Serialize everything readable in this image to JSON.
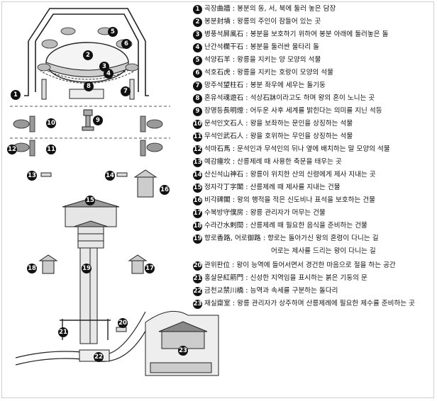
{
  "legend": [
    {
      "num": "1",
      "text": "곡장曲牆 : 봉분의 동, 서, 북에 둘러 놓은 담장"
    },
    {
      "num": "2",
      "text": "봉분封墳 : 왕릉의 주인이 잠들어 있는 곳"
    },
    {
      "num": "3",
      "text": "병풍석屛風石 : 봉분을 보호하기 위하여 봉분 아래에 둘러놓은 돌"
    },
    {
      "num": "4",
      "text": "난간석欄干石 : 봉분을 둘러싼 울타리 돌"
    },
    {
      "num": "5",
      "text": "석양石羊 : 왕릉을 지키는 양 모양의 석물"
    },
    {
      "num": "6",
      "text": "석호石虎 : 왕릉을 지키는 호랑이 모양의 석물"
    },
    {
      "num": "7",
      "text": "망주석望柱石 : 봉분 좌우에 세우는 돌기둥"
    },
    {
      "num": "8",
      "text": "혼유석魂遊石 : 석상石牀이라고도 하며 왕의 혼이 노니는 곳"
    },
    {
      "num": "9",
      "text": "장명등長明燈 : 어두운 사후 세계를 밝힌다는 의미를 지닌 석등"
    },
    {
      "num": "10",
      "text": "문석인文石人 : 왕을 보좌하는 문인을 상징하는 석물"
    },
    {
      "num": "11",
      "text": "무석인武石人 : 왕을 호위하는 무인을 상징하는 석물"
    },
    {
      "num": "12",
      "text": "석마石馬 : 문석인과 무석인의 뒤나 옆에 배치하는 말 모양의 석물"
    },
    {
      "num": "13",
      "text": "예감瘞坎 : 산릉제례 때 사용한 축문을 태우는 곳"
    },
    {
      "num": "14",
      "text": "산신석山神石 : 왕릉이 위치한 산의 신령에게 제사 지내는 곳"
    },
    {
      "num": "15",
      "text": "정자각丁字閣 : 산릉제례 때 제사를 지내는 건물"
    },
    {
      "num": "16",
      "text": "비각碑閣 : 왕의 행적을 적은 신도비나 표석을 보호하는 건물"
    },
    {
      "num": "17",
      "text": "수복방守僕房 : 왕릉 관리자가 머무는 건물"
    },
    {
      "num": "18",
      "text": "수라간水剌間 : 산릉제례 때 필요한 음식을 준비하는 건물"
    },
    {
      "num": "19",
      "text": "향로香路, 어로御路 : 향로는 돌아가신 왕의 혼령이 다니는 길"
    },
    {
      "num": "20",
      "text": "관위판位 : 왕이 능역에 들어서면서 경건한 마음으로 절을 하는 공간"
    },
    {
      "num": "21",
      "text": "홍살문紅箭門 : 신성한 지역임을 표시하는 붉은 기둥의 문"
    },
    {
      "num": "22",
      "text": "금천교禁川橋 : 능역과 속세를 구분하는 돌다리"
    },
    {
      "num": "23",
      "text": "재실齋室 : 왕릉 관리자가 상주하며 산릉제례에 필요한 제수를 준비하는 곳"
    }
  ],
  "legend_continuation": "어로는 제사를 드리는 왕이 다니는 길",
  "markers": [
    {
      "num": "1"
    },
    {
      "num": "2"
    },
    {
      "num": "3"
    },
    {
      "num": "4"
    },
    {
      "num": "5"
    },
    {
      "num": "6"
    },
    {
      "num": "7"
    },
    {
      "num": "8"
    },
    {
      "num": "9"
    },
    {
      "num": "10"
    },
    {
      "num": "11"
    },
    {
      "num": "12"
    },
    {
      "num": "13"
    },
    {
      "num": "14"
    },
    {
      "num": "15"
    },
    {
      "num": "16"
    },
    {
      "num": "17"
    },
    {
      "num": "18"
    },
    {
      "num": "19"
    },
    {
      "num": "20"
    },
    {
      "num": "21"
    },
    {
      "num": "22"
    },
    {
      "num": "23"
    }
  ]
}
